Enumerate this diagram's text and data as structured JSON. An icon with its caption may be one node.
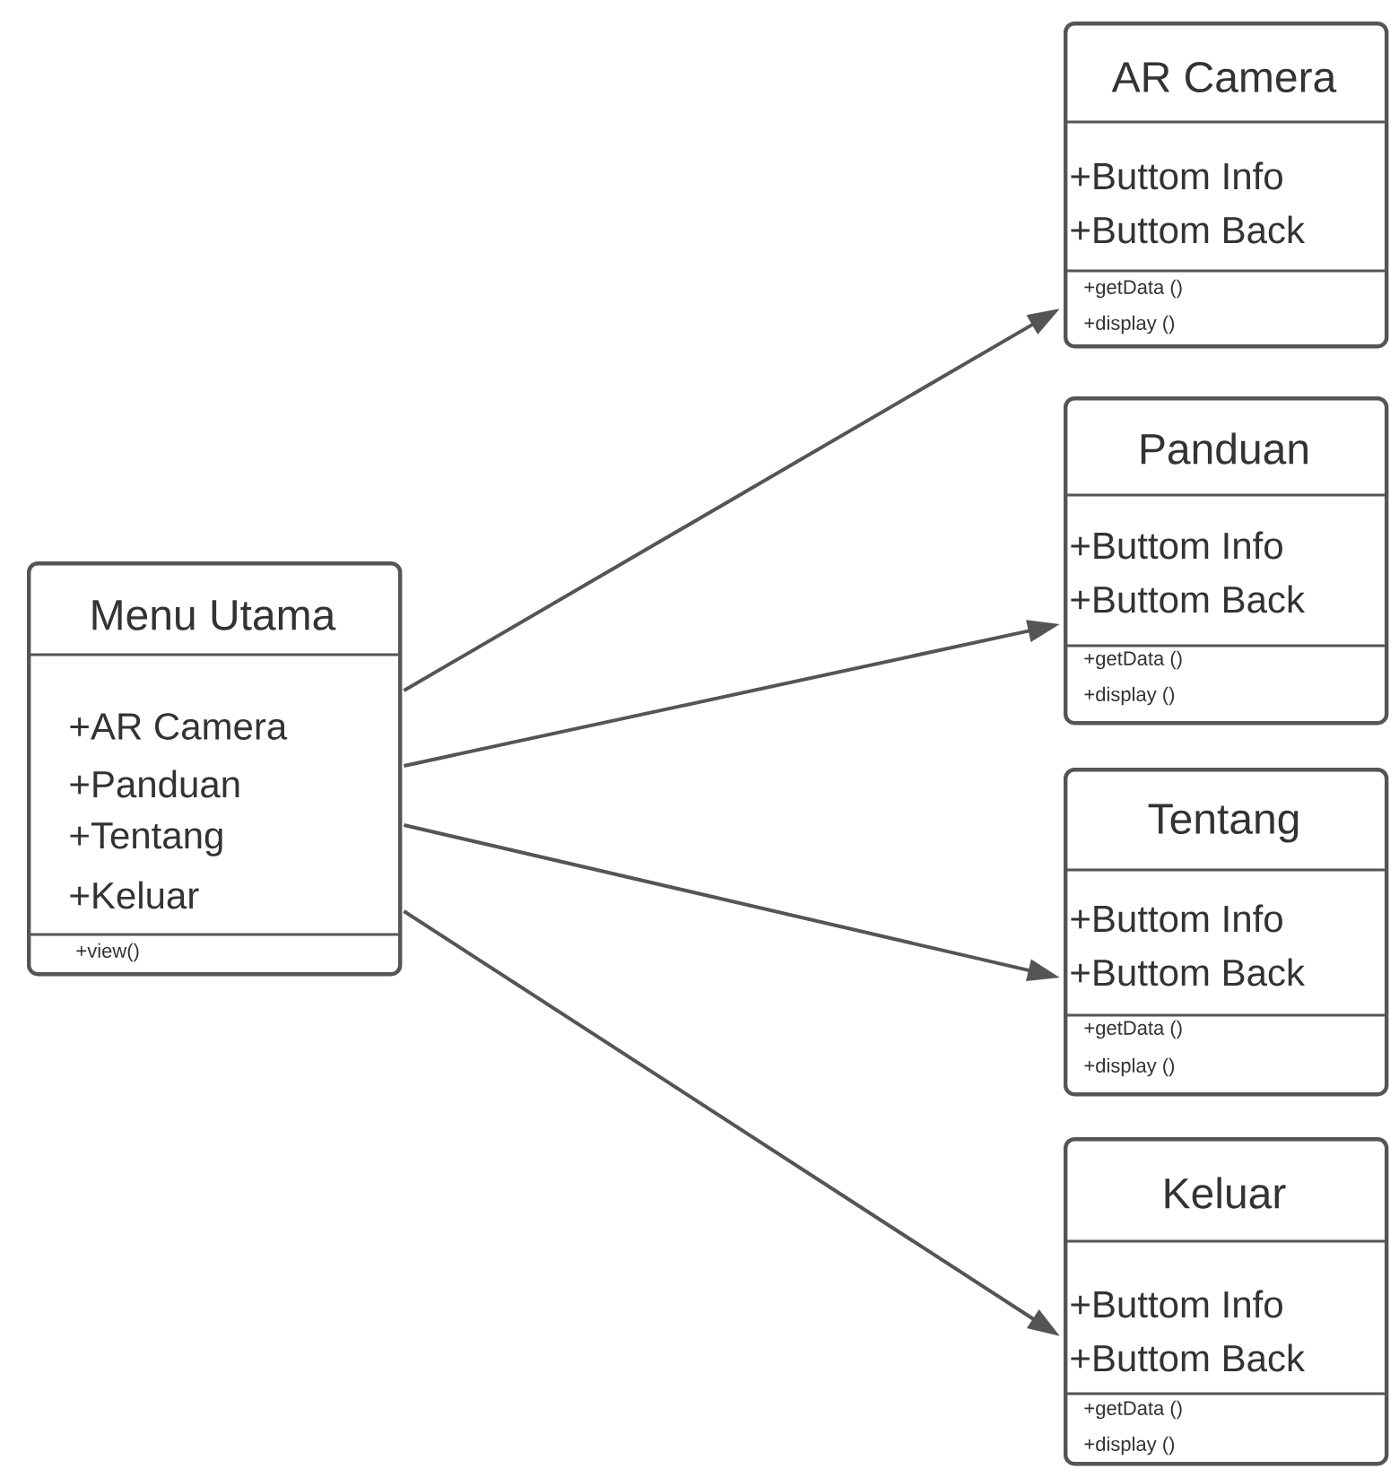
{
  "diagram": {
    "nodes": [
      {
        "text": [
          "Menu Utama",
          "+AR Camera",
          "+Panduan",
          "+Tentang",
          "+Keluar",
          "+view()"
        ]
      },
      {
        "text": [
          "AR Camera",
          "+Buttom Info",
          "+Buttom Back",
          "+getData ()",
          "+display ()"
        ]
      },
      {
        "text": [
          "Panduan",
          "+Buttom Info",
          "+Buttom Back",
          "+getData ()",
          "+display ()"
        ]
      },
      {
        "text": [
          "Tentang",
          "+Buttom Info",
          "+Buttom Back",
          "+getData ()",
          "+display ()"
        ]
      },
      {
        "text": [
          "Keluar",
          "+Buttom Info",
          "+Buttom Back",
          "+getData ()",
          "+display ()"
        ]
      }
    ],
    "edges": [
      {
        "from": 0,
        "to": 1,
        "arrow": "to"
      },
      {
        "from": 0,
        "to": 2,
        "arrow": "to"
      },
      {
        "from": 0,
        "to": 3,
        "arrow": "to"
      },
      {
        "from": 0,
        "to": 4,
        "arrow": "to"
      }
    ]
  }
}
